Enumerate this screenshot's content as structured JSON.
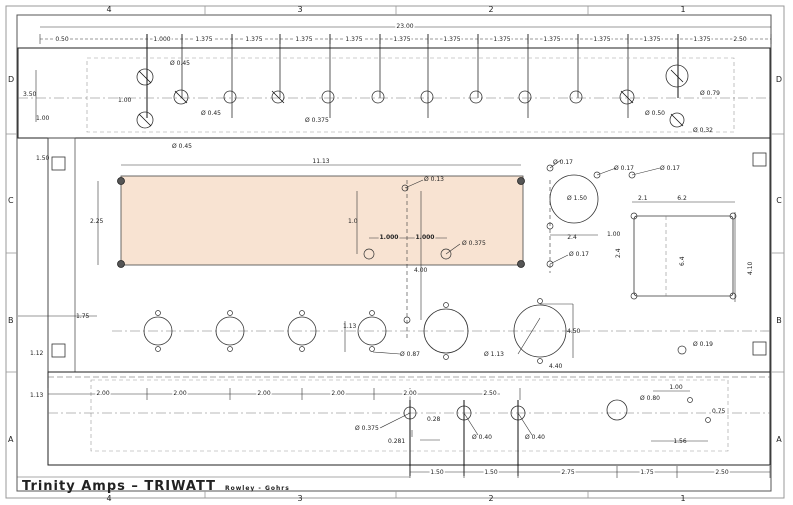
{
  "title_block": {
    "title": "Trinity Amps – TRIWATT",
    "authors": "Rowley - Gohrs"
  },
  "zone_columns": [
    "4",
    "3",
    "2",
    "1"
  ],
  "zone_rows": [
    "D",
    "C",
    "B",
    "A"
  ],
  "overall_width": "23.00",
  "top_dims": [
    "0.50",
    "1.000",
    "1.375",
    "1.375",
    "1.375",
    "1.375",
    "1.375",
    "1.375",
    "1.375",
    "1.375",
    "1.375",
    "1.375",
    "1.375",
    "2.50"
  ],
  "left_dims": [
    "3.50",
    "1.00",
    "1.00",
    "1.50",
    "1.75",
    "1.12",
    "1.13"
  ],
  "panel_dims": {
    "pcb_width": "11.13",
    "pcb_height": "2.25",
    "h_1_000_a": "1.000",
    "h_1_000_b": "1.000",
    "v_1": "1.0",
    "v_2": "4.00",
    "c_24": "2.4",
    "c_100": "1.00",
    "c_21": "2.1",
    "c_62": "6.2",
    "c_24b": "2.4",
    "c_64": "6.4",
    "c_410": "4.10",
    "b_113": "1.13",
    "b_450": "4.50",
    "b_440": "4.40"
  },
  "hole_callouts": {
    "d_045_a": "Ø 0.45",
    "d_045_b": "Ø 0.45",
    "d_045_c": "Ø 0.45",
    "d_0375": "Ø 0.375",
    "d_079": "Ø 0.79",
    "d_050": "Ø 0.50",
    "d_032": "Ø 0.32",
    "c_013": "Ø 0.13",
    "c_017a": "Ø 0.17",
    "c_017b": "Ø 0.17",
    "c_017c": "Ø 0.17",
    "c_017d": "Ø 0.17",
    "c_150": "Ø 1.50",
    "c_0375": "Ø 0.375",
    "b_087": "Ø 0.87",
    "b_113d": "Ø 1.13",
    "b_019": "Ø 0.19",
    "a_0375": "Ø 0.375",
    "a_040a": "Ø 0.40",
    "a_040b": "Ø 0.40",
    "a_080": "Ø 0.80"
  },
  "bottom_dims": [
    "2.00",
    "2.00",
    "2.00",
    "2.00",
    "2.00",
    "2.50",
    "0.75",
    "0.28",
    "0.281",
    "1.00",
    "1.56"
  ],
  "base_dims": [
    "1.50",
    "1.50",
    "2.75",
    "1.75",
    "2.50"
  ],
  "colors": {
    "line": "#1a1a1a",
    "pcb_fill": "#f8e3d2",
    "dashed": "#888888"
  }
}
